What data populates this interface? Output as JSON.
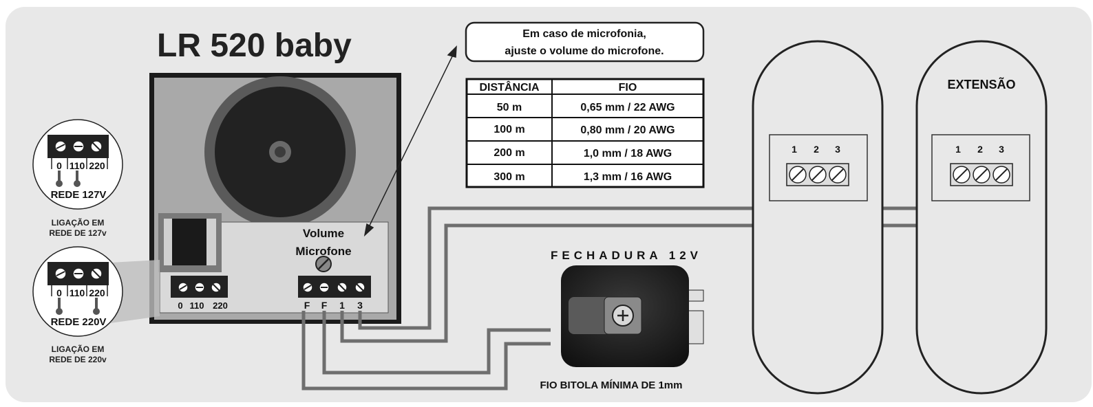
{
  "title": "LR 520 baby",
  "note": {
    "line1": "Em caso de microfonia,",
    "line2": "ajuste o volume do microfone."
  },
  "wire_table": {
    "headers": [
      "DISTÂNCIA",
      "FIO"
    ],
    "rows": [
      [
        "50 m",
        "0,65 mm / 22 AWG"
      ],
      [
        "100 m",
        "0,80 mm / 20 AWG"
      ],
      [
        "200 m",
        "1,0 mm / 18 AWG"
      ],
      [
        "300 m",
        "1,3 mm / 16 AWG"
      ]
    ]
  },
  "unit": {
    "volume_label_1": "Volume",
    "volume_label_2": "Microfone",
    "power_terminals": [
      "0",
      "110",
      "220"
    ],
    "signal_terminals": [
      "F",
      "F",
      "1",
      "3"
    ]
  },
  "insets": {
    "terminals": [
      "0",
      "110",
      "220"
    ],
    "rede_127": "REDE 127V",
    "caption_127_line1": "LIGAÇÃO EM",
    "caption_127_line2": "REDE DE 127v",
    "rede_220": "REDE 220V",
    "caption_220_line1": "LIGAÇÃO EM",
    "caption_220_line2": "REDE DE 220v"
  },
  "lock": {
    "label": "FECHADURA 12V",
    "wire_note": "FIO BITOLA MÍNIMA DE 1mm"
  },
  "handsets": {
    "terminal_numbers": [
      "1",
      "2",
      "3"
    ],
    "extension_label": "EXTENSÃO"
  },
  "colors": {
    "background": "#e8e8e8",
    "panel": "#a6a6a6",
    "wire": "#6e6e6e",
    "dark": "#1a1a1a"
  }
}
